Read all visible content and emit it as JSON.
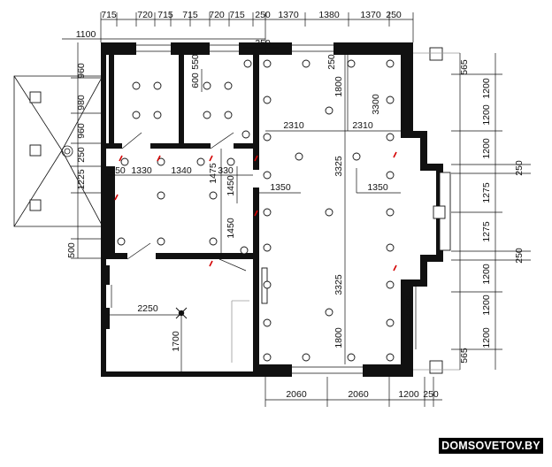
{
  "watermark": {
    "text": "DOMSOVETOV.BY"
  },
  "dimensions": {
    "top_row": [
      "715",
      "720",
      "715",
      "715",
      "720",
      "715",
      "250",
      "1370",
      "1380",
      "1370",
      "250"
    ],
    "top_sub": [
      "1100",
      "250"
    ],
    "left_col": [
      "960",
      "980",
      "960",
      "250",
      "1225",
      "500"
    ],
    "right_col": [
      "565",
      "1200",
      "1200",
      "1200",
      "250",
      "1275",
      "1275",
      "250",
      "1200",
      "1200",
      "1200",
      "565"
    ],
    "bottom_row": [
      "2060",
      "2060",
      "1200",
      "250"
    ],
    "interior": [
      "600",
      "550",
      "250",
      "1800",
      "3300",
      "2310",
      "2310",
      "250",
      "1330",
      "1340",
      "330",
      "1475",
      "1450",
      "1350",
      "1350",
      "3325",
      "3325",
      "1450",
      "1800",
      "2250",
      "1700",
      "1200"
    ]
  },
  "colors": {
    "wall": "#111111",
    "background": "#ffffff",
    "socket_mark": "#d40000"
  }
}
